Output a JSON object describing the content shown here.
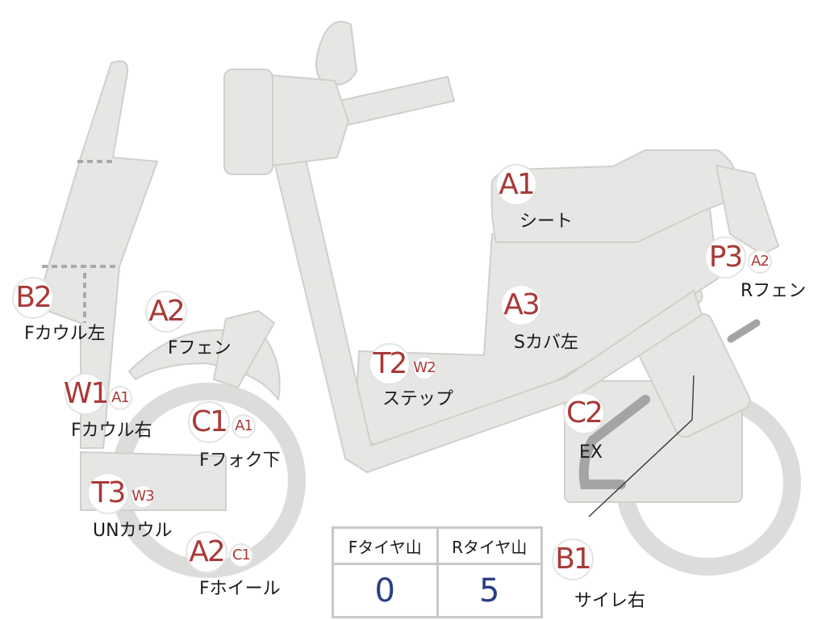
{
  "colors": {
    "part_fill": "#e6e6e4",
    "part_stroke": "#cfcfcc",
    "code": "#a83a38",
    "value": "#2a3e86"
  },
  "parts": [
    {
      "id": "f-cowl-left",
      "codes": [
        "B2"
      ],
      "label": "Fカウル左"
    },
    {
      "id": "f-fender",
      "codes": [
        "A2"
      ],
      "label": "Fフェン"
    },
    {
      "id": "f-cowl-right",
      "codes": [
        "W1",
        "A1"
      ],
      "label": "Fカウル右"
    },
    {
      "id": "f-fork-lower",
      "codes": [
        "C1",
        "A1"
      ],
      "label": "Fフォク下"
    },
    {
      "id": "under-cowl",
      "codes": [
        "T3",
        "W3"
      ],
      "label": "UNカウル"
    },
    {
      "id": "f-wheel",
      "codes": [
        "A2",
        "C1"
      ],
      "label": "Fホイール"
    },
    {
      "id": "step",
      "codes": [
        "T2",
        "W2"
      ],
      "label": "ステップ"
    },
    {
      "id": "seat",
      "codes": [
        "A1"
      ],
      "label": "シート"
    },
    {
      "id": "side-cover-left",
      "codes": [
        "A3"
      ],
      "label": "Sカバ左"
    },
    {
      "id": "exhaust",
      "codes": [
        "C2"
      ],
      "label": "EX"
    },
    {
      "id": "r-fender",
      "codes": [
        "P3",
        "A2"
      ],
      "label": "Rフェン"
    },
    {
      "id": "muffler-right",
      "codes": [
        "B1"
      ],
      "label": "サイレ右"
    }
  ],
  "tire_table": {
    "headers": [
      "Fタイヤ山",
      "Rタイヤ山"
    ],
    "values": [
      "0",
      "5"
    ]
  }
}
